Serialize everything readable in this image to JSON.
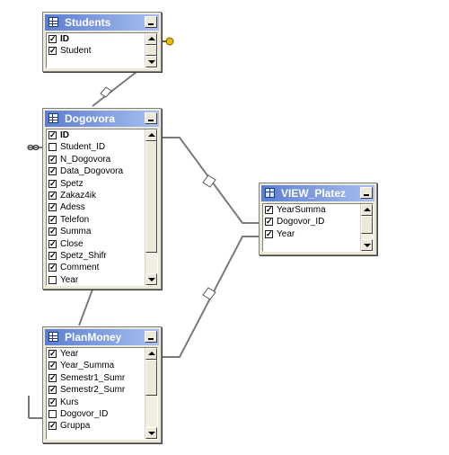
{
  "tables": [
    {
      "name": "Students",
      "icon": "table-icon",
      "columns": [
        {
          "label": "ID",
          "checked": true,
          "key": true
        },
        {
          "label": "Student",
          "checked": true,
          "key": false
        }
      ]
    },
    {
      "name": "Dogovora",
      "icon": "table-icon",
      "columns": [
        {
          "label": "ID",
          "checked": true,
          "key": true
        },
        {
          "label": "Student_ID",
          "checked": false,
          "key": false
        },
        {
          "label": "N_Dogovora",
          "checked": true,
          "key": false
        },
        {
          "label": "Data_Dogovora",
          "checked": true,
          "key": false
        },
        {
          "label": "Spetz",
          "checked": true,
          "key": false
        },
        {
          "label": "Zakaz4ik",
          "checked": true,
          "key": false
        },
        {
          "label": "Adess",
          "checked": true,
          "key": false
        },
        {
          "label": "Telefon",
          "checked": true,
          "key": false
        },
        {
          "label": "Summa",
          "checked": true,
          "key": false
        },
        {
          "label": "Close",
          "checked": true,
          "key": false
        },
        {
          "label": "Spetz_Shifr",
          "checked": true,
          "key": false
        },
        {
          "label": "Comment",
          "checked": true,
          "key": false
        },
        {
          "label": "Year",
          "checked": false,
          "key": false
        }
      ]
    },
    {
      "name": "VIEW_Platez",
      "icon": "view-icon",
      "columns": [
        {
          "label": "YearSumma",
          "checked": true,
          "key": false
        },
        {
          "label": "Dogovor_ID",
          "checked": true,
          "key": false
        },
        {
          "label": "Year",
          "checked": true,
          "key": false
        }
      ]
    },
    {
      "name": "PlanMoney",
      "icon": "table-icon",
      "columns": [
        {
          "label": "Year",
          "checked": true,
          "key": false
        },
        {
          "label": "Year_Summa",
          "checked": true,
          "key": false
        },
        {
          "label": "Semestr1_Sumr",
          "checked": true,
          "key": false
        },
        {
          "label": "Semestr2_Sumr",
          "checked": true,
          "key": false
        },
        {
          "label": "Kurs",
          "checked": true,
          "key": false
        },
        {
          "label": "Dogovor_ID",
          "checked": false,
          "key": false
        },
        {
          "label": "Gruppa",
          "checked": true,
          "key": false
        }
      ]
    }
  ],
  "colors": {
    "title_start": "#5a7ed0",
    "title_end": "#a8bff0",
    "line": "#7a7a7a",
    "key_icon": "#e8c000"
  }
}
